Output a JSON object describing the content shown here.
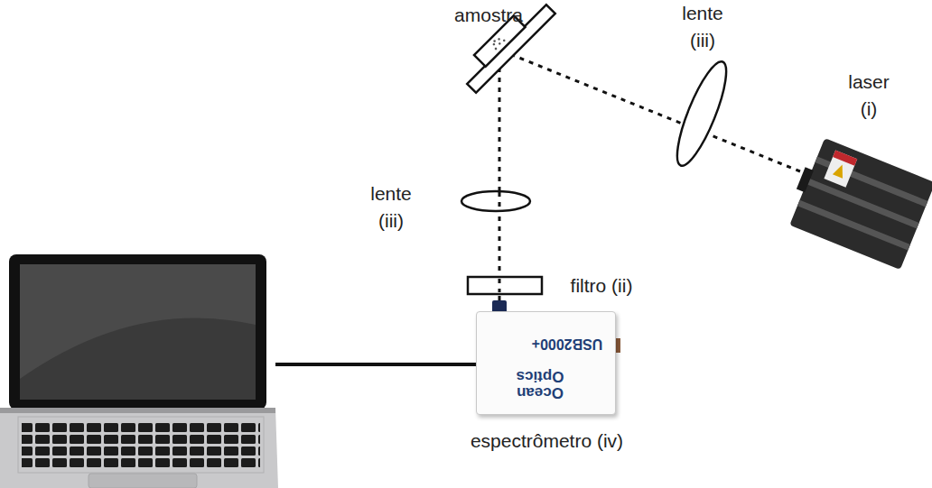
{
  "diagram": {
    "nodes": [
      {
        "text": [
          "USB2000+",
          "Ocean Optics",
          "espectrômetro (iv)"
        ]
      }
    ],
    "labels": [
      "amostra",
      "lente (iii)",
      "laser (i)",
      "lente (iii)",
      "filtro (ii)"
    ]
  }
}
